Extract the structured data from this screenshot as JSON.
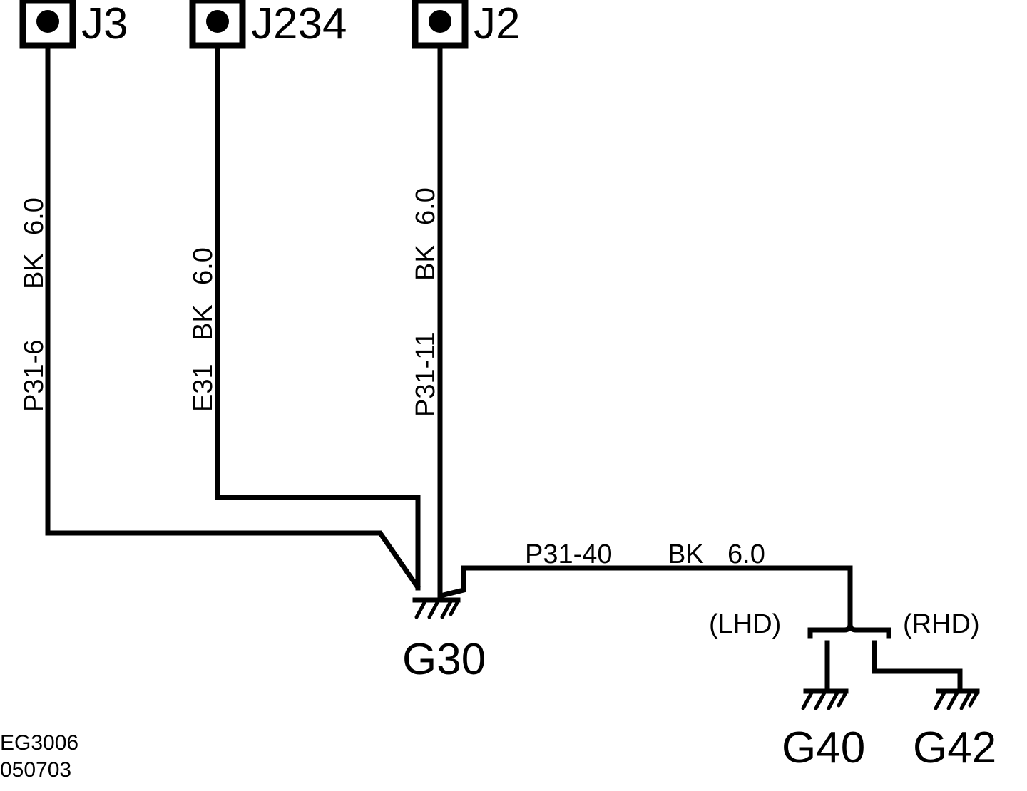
{
  "connectors": [
    {
      "id": "J3"
    },
    {
      "id": "J234"
    },
    {
      "id": "J2"
    }
  ],
  "wires": {
    "j3": {
      "circuit": "P31-6",
      "color": "BK",
      "size": "6.0"
    },
    "j234": {
      "circuit": "E31",
      "color": "BK",
      "size": "6.0"
    },
    "j2": {
      "circuit": "P31-11",
      "color": "BK",
      "size": "6.0"
    },
    "g30_out": {
      "circuit": "P31-40",
      "color": "BK",
      "size": "6.0"
    }
  },
  "grounds": {
    "g30": "G30",
    "g40": "G40",
    "g42": "G42"
  },
  "variants": {
    "lhd": "(LHD)",
    "rhd": "(RHD)"
  },
  "footer": {
    "code": "EG3006",
    "date": "050703"
  }
}
